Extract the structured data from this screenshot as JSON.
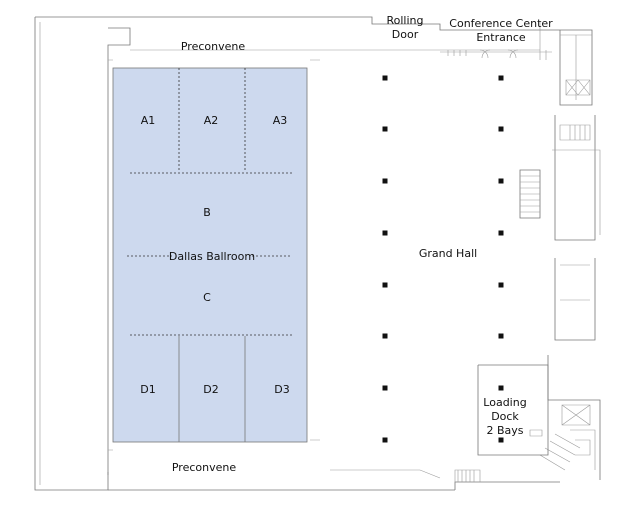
{
  "labels": {
    "preconvene_top": "Preconvene",
    "preconvene_bottom": "Preconvene",
    "rolling_door_1": "Rolling",
    "rolling_door_2": "Door",
    "entrance_1": "Conference Center",
    "entrance_2": "Entrance",
    "grand_hall": "Grand Hall",
    "ballroom": "Dallas Ballroom",
    "loading_1": "Loading",
    "loading_2": "Dock",
    "loading_3": "2 Bays"
  },
  "rooms": {
    "a1": "A1",
    "a2": "A2",
    "a3": "A3",
    "b": "B",
    "c": "C",
    "d1": "D1",
    "d2": "D2",
    "d3": "D3"
  },
  "colors": {
    "ballroom_fill": "#cdd9ee",
    "walls": "#777777",
    "pillars": "#111111"
  },
  "icons": [
    "pillar-icon",
    "door-swing-icon",
    "stair-icon",
    "elevator-icon"
  ]
}
